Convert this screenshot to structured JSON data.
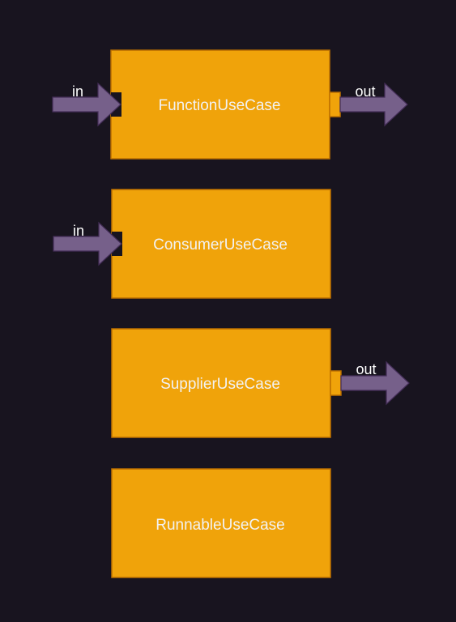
{
  "diagram": {
    "colors": {
      "background": "#18141f",
      "box_fill": "#f0a30a",
      "box_stroke": "#bd7000",
      "arrow_fill": "#76608a",
      "arrow_stroke": "#432d57"
    },
    "boxes": [
      {
        "label": "FunctionUseCase",
        "has_in": true,
        "has_out": true
      },
      {
        "label": "ConsumerUseCase",
        "has_in": true,
        "has_out": false
      },
      {
        "label": "SupplierUseCase",
        "has_in": false,
        "has_out": true
      },
      {
        "label": "RunnableUseCase",
        "has_in": false,
        "has_out": false
      }
    ],
    "port_labels": {
      "in": "in",
      "out": "out"
    }
  }
}
